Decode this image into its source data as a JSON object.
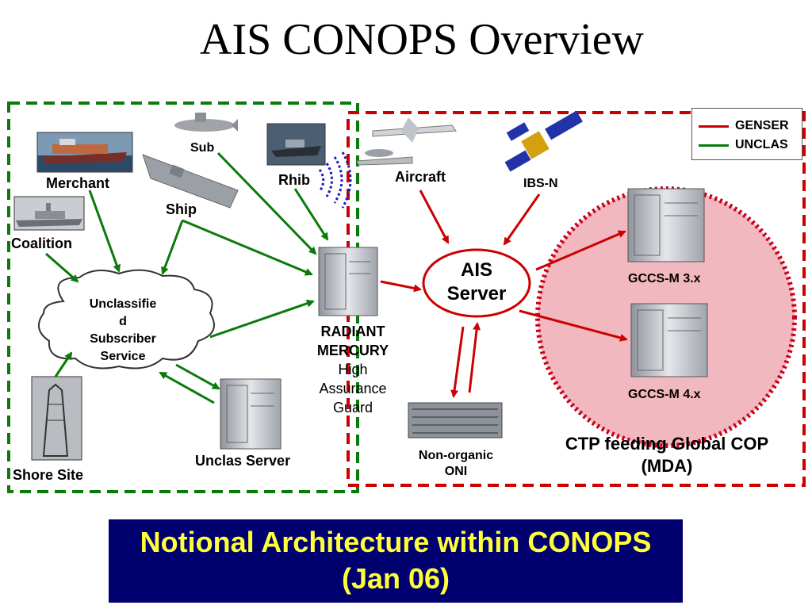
{
  "title": "AIS CONOPS Overview",
  "legend": {
    "items": [
      {
        "label": "GENSER",
        "color": "#cc0000"
      },
      {
        "label": "UNCLAS",
        "color": "#0a7a0a"
      }
    ]
  },
  "nodes": {
    "merchant": "Merchant",
    "coalition": "Coalition",
    "sub": "Sub",
    "ship": "Ship",
    "rhib": "Rhib",
    "aircraft": "Aircraft",
    "ibs_n": "IBS-N",
    "unclassified_line1": "Unclassifie",
    "unclassified_line2": "d",
    "unclassified_line3": "Subscriber",
    "unclassified_line4": "Service",
    "shore_site": "Shore Site",
    "unclas_server": "Unclas Server",
    "radiant_line1": "RADIANT",
    "radiant_line2": "MERCURY",
    "radiant_line3": "High",
    "radiant_line4": "Assurance",
    "radiant_line5": "Guard",
    "ais_line1": "AIS",
    "ais_line2": "Server",
    "oni_line1": "Non-organic",
    "oni_line2": "ONI",
    "gccs3": "GCCS-M 3.x",
    "gccs4": "GCCS-M 4.x",
    "ctp_line1": "CTP feeding Global COP",
    "ctp_line2": "(MDA)"
  },
  "banner": {
    "line1": "Notional Architecture within CONOPS",
    "line2": "(Jan 06)"
  },
  "colors": {
    "genser": "#cc0000",
    "unclas": "#0a7a0a",
    "mda_fill": "#f2b8bf",
    "banner_bg": "#00006e",
    "banner_text": "#ffff3a"
  }
}
